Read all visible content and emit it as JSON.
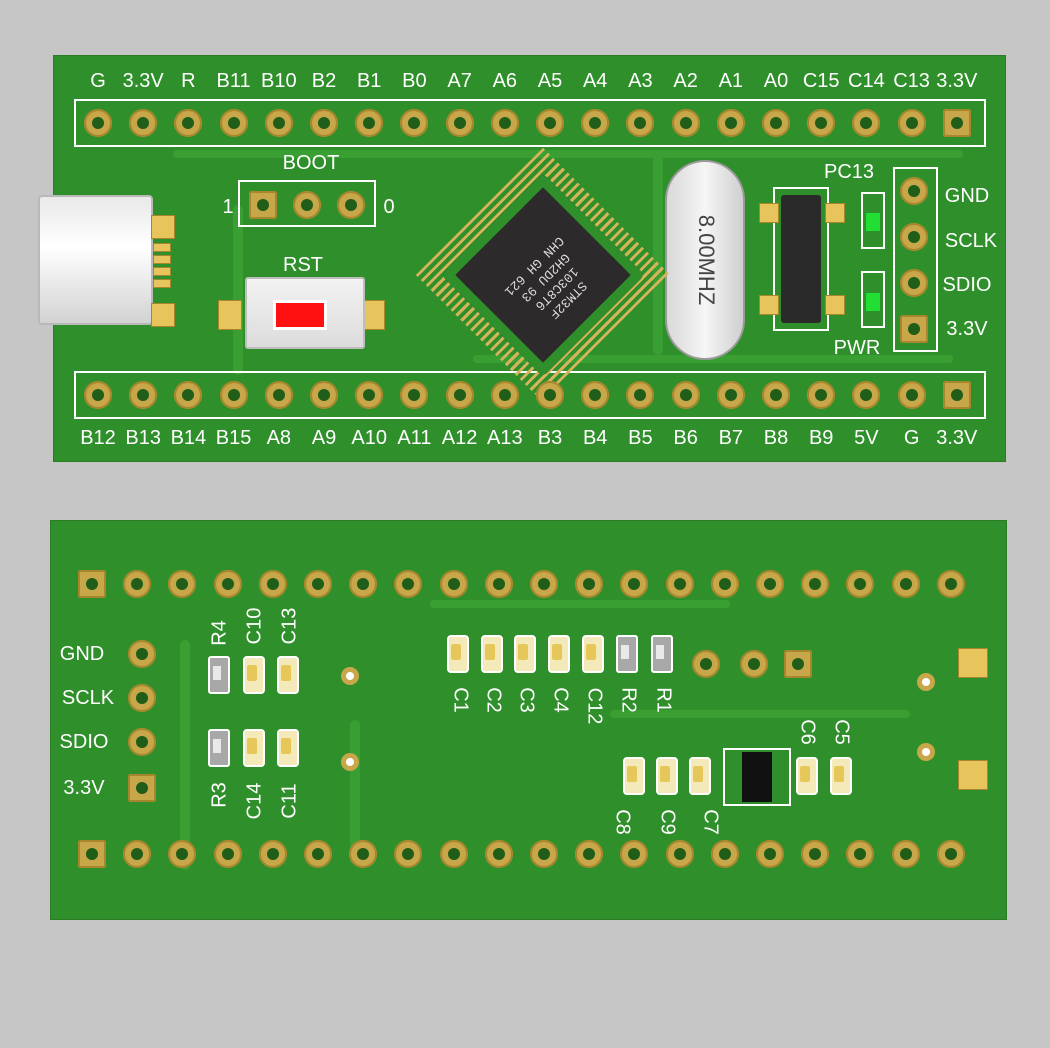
{
  "top": {
    "pins_top": [
      "G",
      "3.3V",
      "R",
      "B11",
      "B10",
      "B2",
      "B1",
      "B0",
      "A7",
      "A6",
      "A5",
      "A4",
      "A3",
      "A2",
      "A1",
      "A0",
      "C15",
      "C14",
      "C13",
      "3.3V"
    ],
    "pins_bottom": [
      "B12",
      "B13",
      "B14",
      "B15",
      "A8",
      "A9",
      "A10",
      "A11",
      "A12",
      "A13",
      "B3",
      "B4",
      "B5",
      "B6",
      "B7",
      "B8",
      "B9",
      "5V",
      "G",
      "3.3V"
    ],
    "boot_label": "BOOT",
    "boot_1": "1",
    "boot_0": "0",
    "rst_label": "RST",
    "pc13_label": "PC13",
    "pwr_label": "PWR",
    "crystal_label": "8.00MHZ",
    "chip_text": [
      "STM32F",
      "103C8T6",
      "GH2DU 93",
      "CHN GH 621"
    ],
    "swd_pins": [
      "GND",
      "SCLK",
      "SDIO",
      "3.3V"
    ]
  },
  "bottom": {
    "swd_pins": [
      "GND",
      "SCLK",
      "SDIO",
      "3.3V"
    ],
    "labels_upper": [
      "R4",
      "C10",
      "C13"
    ],
    "labels_lower": [
      "R3",
      "C14",
      "C11"
    ],
    "labels_mid": [
      "C1",
      "C2",
      "C3",
      "C4",
      "C12",
      "R2",
      "R1"
    ],
    "labels_right": [
      "C8",
      "C9",
      "C7"
    ],
    "labels_c6c5": [
      "C6",
      "C5"
    ]
  },
  "colors": {
    "pcb": "#2f8f2a",
    "pad": "#c8a64a",
    "silk": "#ffffff",
    "led": "#22dd33",
    "button": "#ff1111"
  }
}
